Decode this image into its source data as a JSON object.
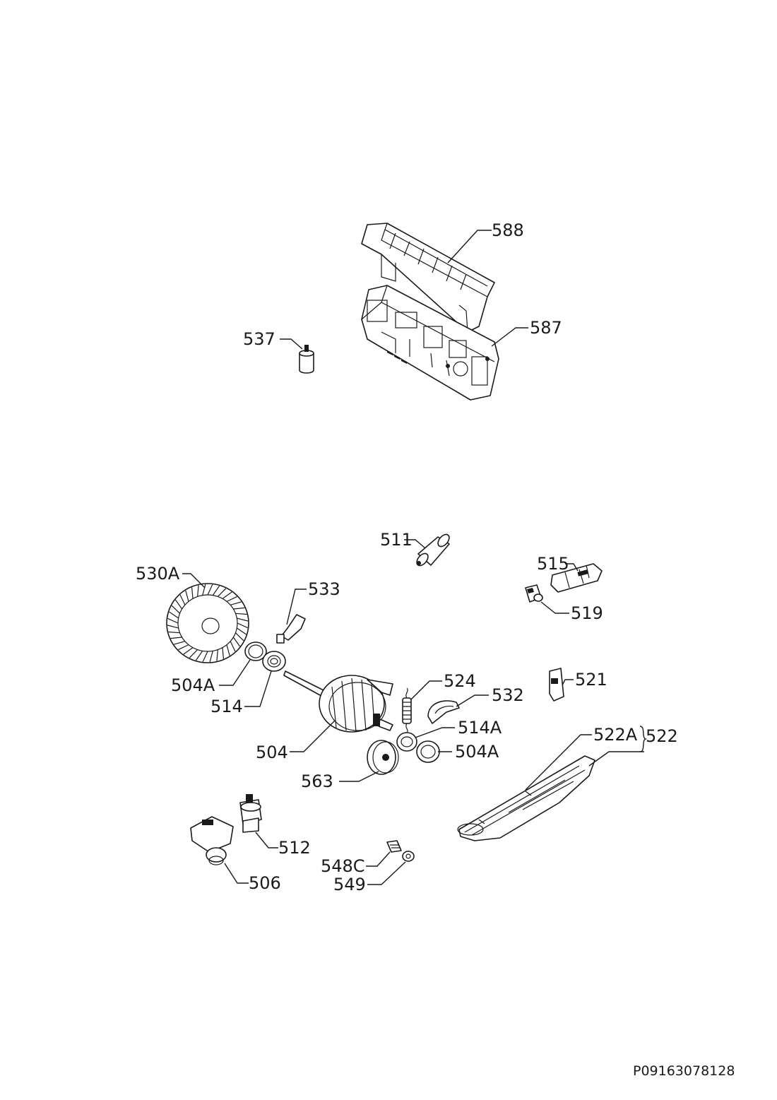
{
  "diagram": {
    "reference": "P09163078128",
    "parts": [
      {
        "key": "p588",
        "label": "588",
        "part": "control-unit-cover"
      },
      {
        "key": "p587",
        "label": "587",
        "part": "electronic-control-board"
      },
      {
        "key": "p537",
        "label": "537",
        "part": "capacitor"
      },
      {
        "key": "p511",
        "label": "511",
        "part": "capacitor"
      },
      {
        "key": "p515",
        "label": "515",
        "part": "sensor-bracket"
      },
      {
        "key": "p519",
        "label": "519",
        "part": "sensor"
      },
      {
        "key": "p530A",
        "label": "530A",
        "part": "fan-impeller"
      },
      {
        "key": "p533",
        "label": "533",
        "part": "wire-clip"
      },
      {
        "key": "p504A_l",
        "label": "504A",
        "part": "bearing-ring"
      },
      {
        "key": "p514",
        "label": "514",
        "part": "bearing-seal"
      },
      {
        "key": "p524",
        "label": "524",
        "part": "tension-spring"
      },
      {
        "key": "p532",
        "label": "532",
        "part": "bracket"
      },
      {
        "key": "p521",
        "label": "521",
        "part": "switch"
      },
      {
        "key": "p514A",
        "label": "514A",
        "part": "bearing-seal"
      },
      {
        "key": "p504A_r",
        "label": "504A",
        "part": "bearing-ring"
      },
      {
        "key": "p504",
        "label": "504",
        "part": "motor"
      },
      {
        "key": "p522A",
        "label": "522A",
        "part": "heater-element"
      },
      {
        "key": "p522",
        "label": "522",
        "part": "heater-assembly"
      },
      {
        "key": "p563",
        "label": "563",
        "part": "pulley"
      },
      {
        "key": "p512",
        "label": "512",
        "part": "pump"
      },
      {
        "key": "p506",
        "label": "506",
        "part": "drain-pump"
      },
      {
        "key": "p548C",
        "label": "548C",
        "part": "screw"
      },
      {
        "key": "p549",
        "label": "549",
        "part": "washer"
      }
    ]
  }
}
